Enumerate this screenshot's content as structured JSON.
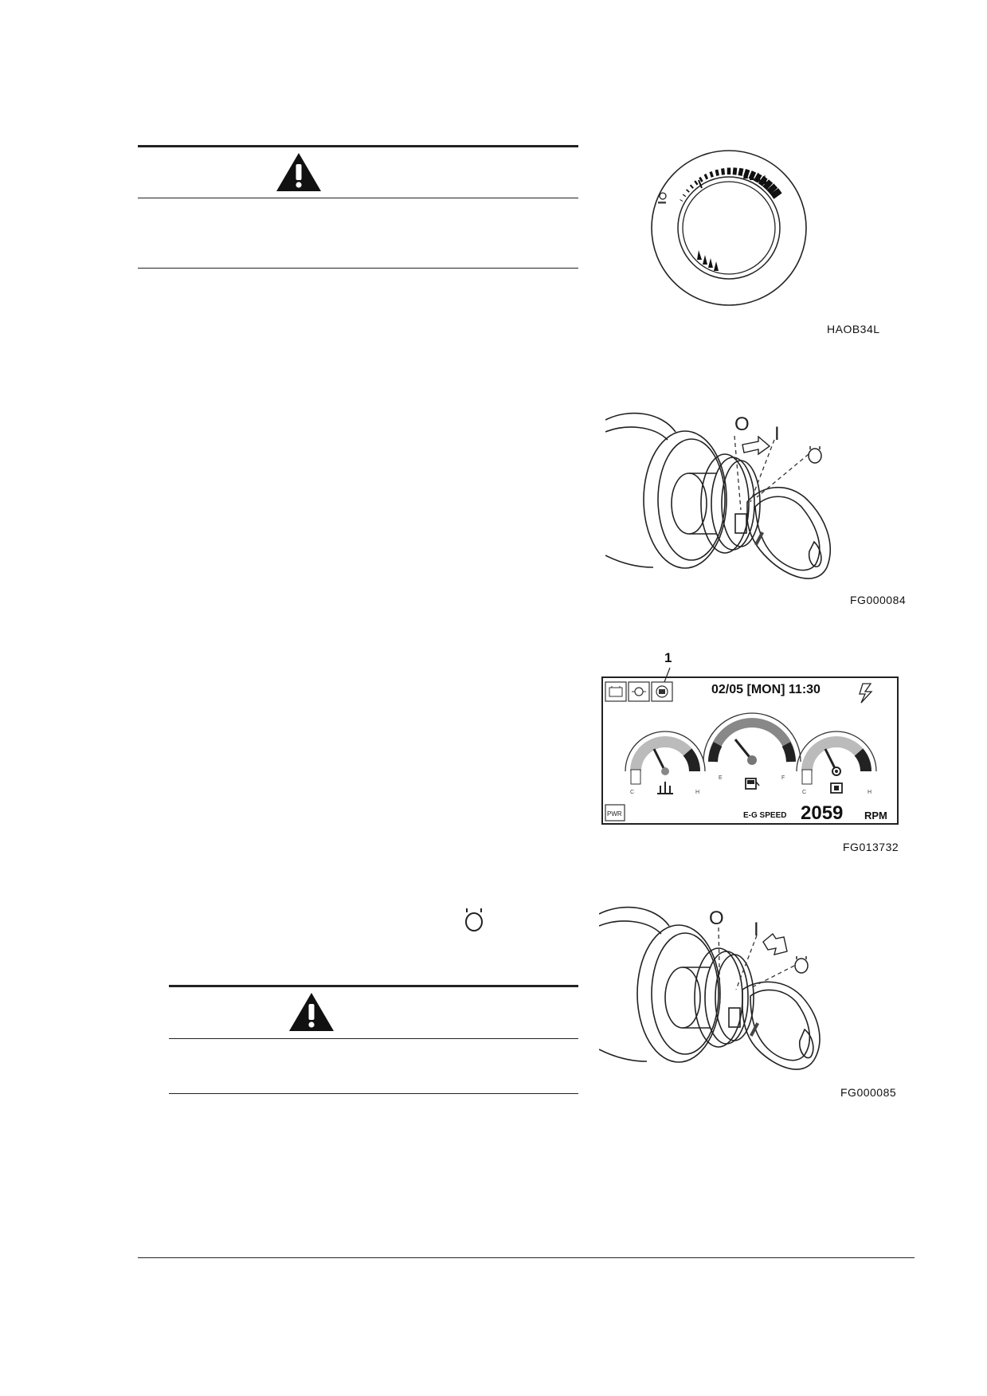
{
  "figures": {
    "dial": {
      "caption": "HAOB34L"
    },
    "key_on": {
      "caption": "FG000084",
      "pos_off": "O",
      "pos_on": "I"
    },
    "display": {
      "caption": "FG013732",
      "callout": "1",
      "datetime": "02/05 [MON] 11:30",
      "mode_label": "PWR",
      "speed_label": "E-G SPEED",
      "rpm_value": "2059",
      "rpm_unit": "RPM",
      "gauge_left": {
        "low": "C",
        "high": "H"
      },
      "gauge_center": {
        "low": "E",
        "high": "F"
      },
      "gauge_right": {
        "low": "C",
        "high": "H"
      }
    },
    "key_start": {
      "caption": "FG000085",
      "pos_off": "O",
      "pos_on": "I"
    }
  },
  "icons": [
    "warning-icon",
    "engine-start-icon",
    "preheat-icon",
    "battery-icon",
    "fuel-icon",
    "coolant-icon",
    "oil-temp-icon",
    "signal-icon"
  ]
}
